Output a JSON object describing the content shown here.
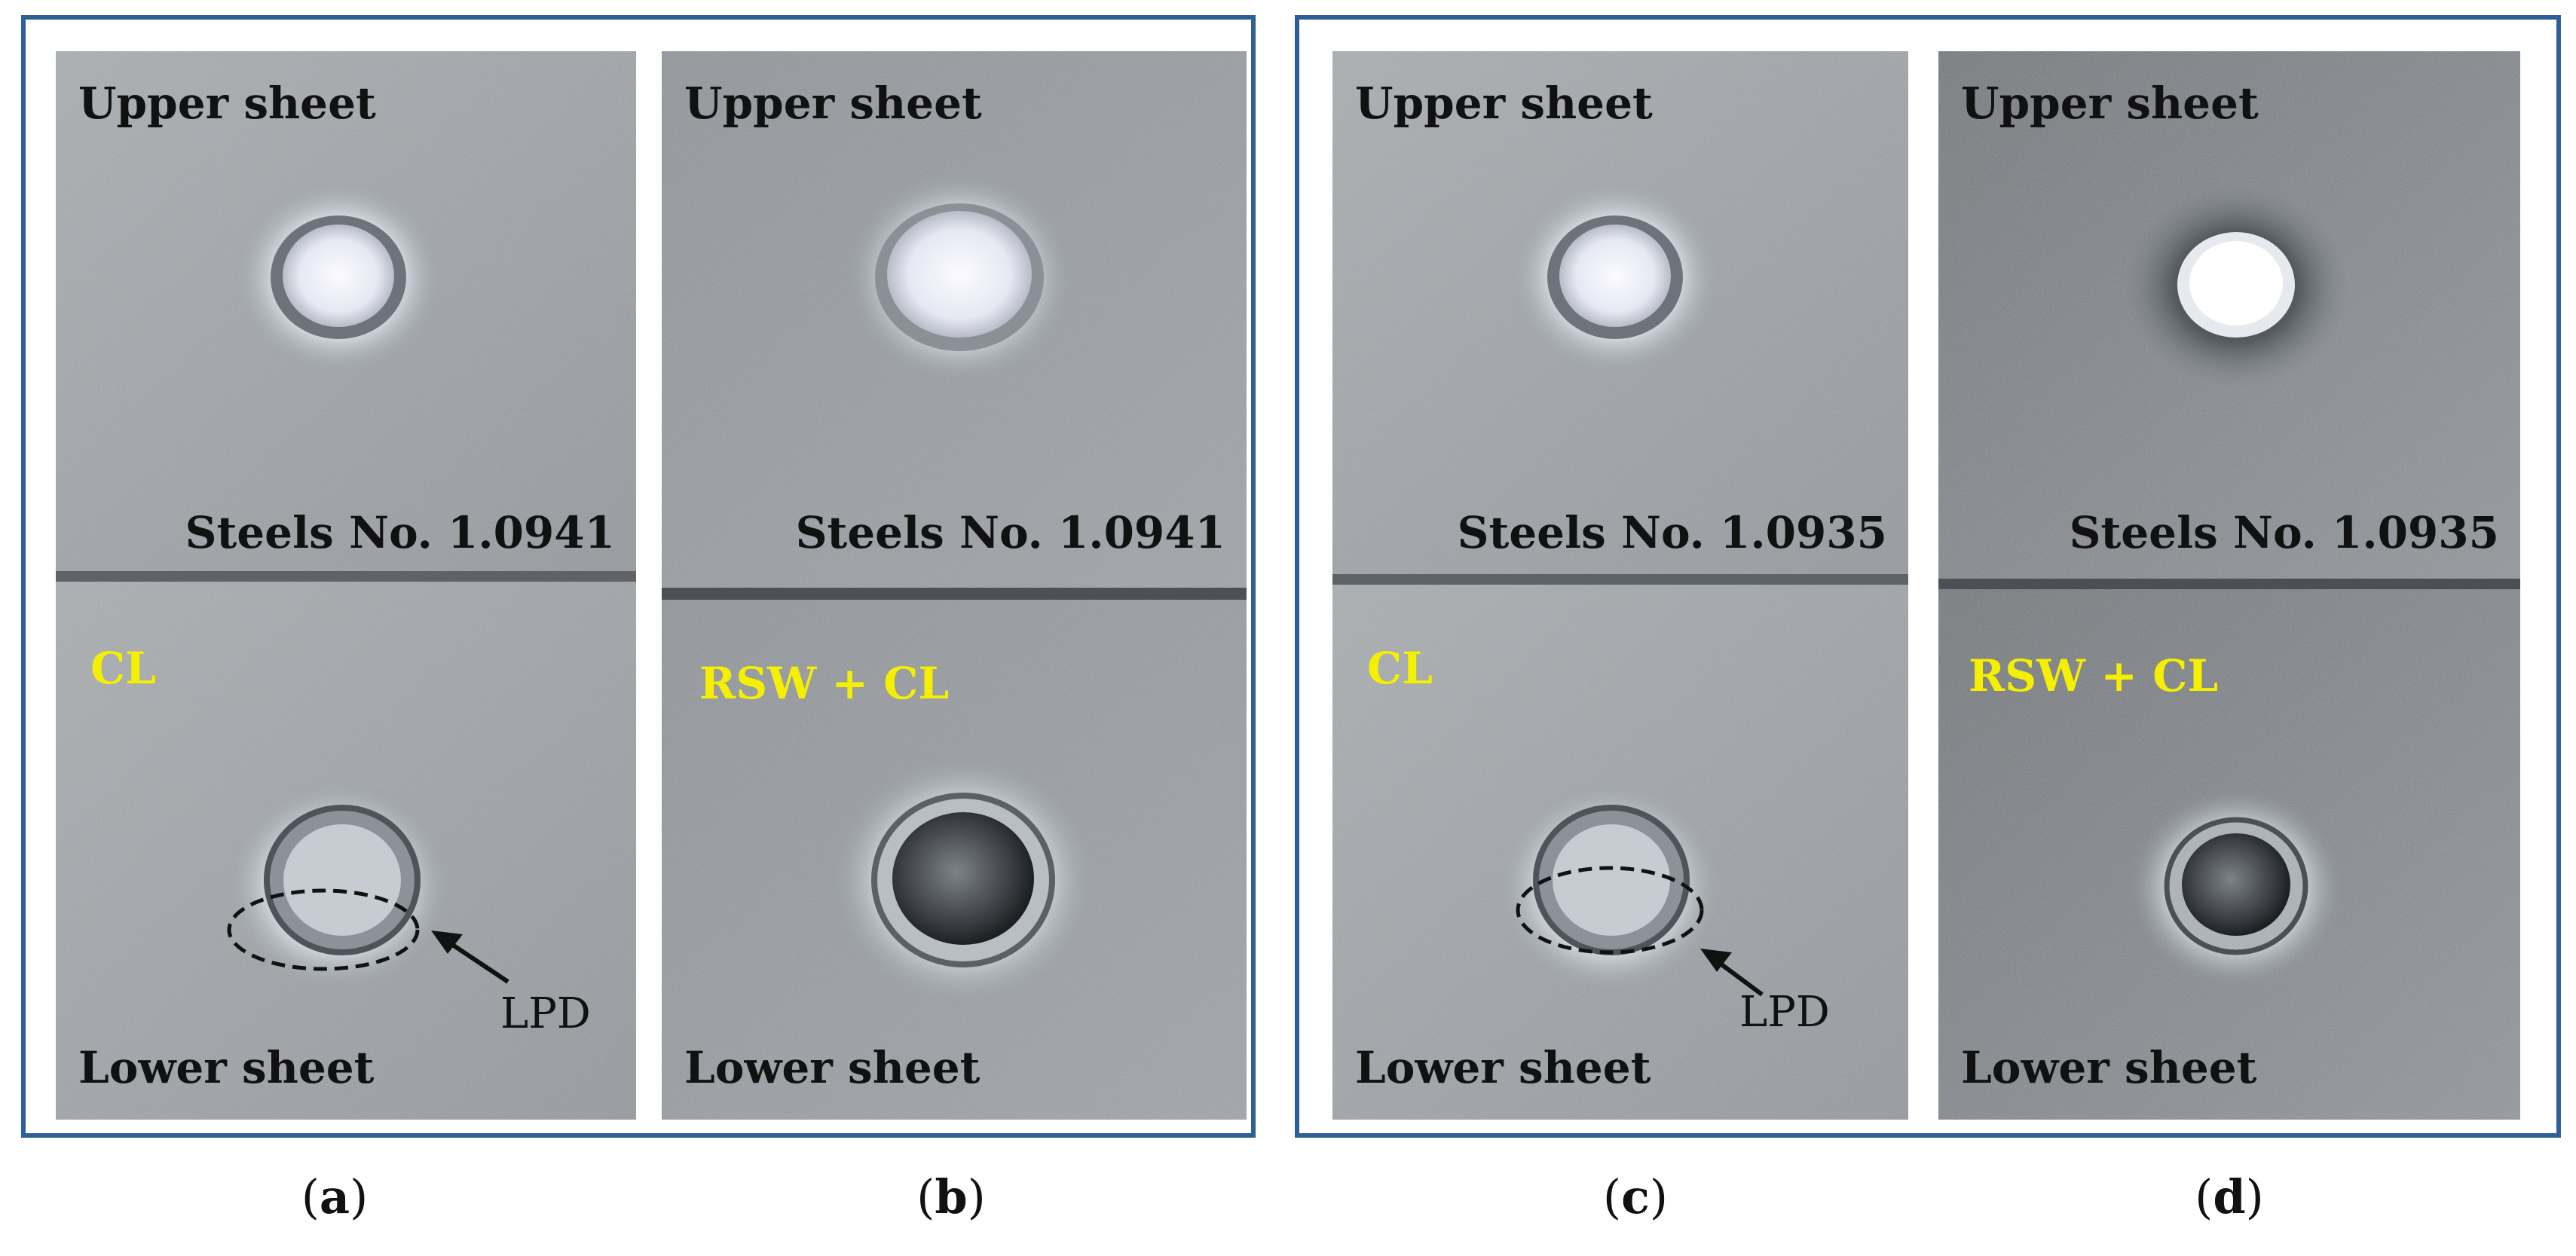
{
  "labels": {
    "upper_sheet": "Upper sheet",
    "lower_sheet": "Lower sheet",
    "lpd": "LPD"
  },
  "panels": [
    {
      "id": "a",
      "steel": "Steels No. 1.0941",
      "method": "CL"
    },
    {
      "id": "b",
      "steel": "Steels No. 1.0941",
      "method": "RSW + CL"
    },
    {
      "id": "c",
      "steel": "Steels No. 1.0935",
      "method": "CL"
    },
    {
      "id": "d",
      "steel": "Steels No. 1.0935",
      "method": "RSW + CL"
    }
  ],
  "captions": {
    "a": {
      "open": "(",
      "letter": "a",
      "close": ")"
    },
    "b": {
      "open": "(",
      "letter": "b",
      "close": ")"
    },
    "c": {
      "open": "(",
      "letter": "c",
      "close": ")"
    },
    "d": {
      "open": "(",
      "letter": "d",
      "close": ")"
    }
  },
  "colors": {
    "frame": "#2e5f96",
    "method_label": "#f5f000",
    "text": "#111111"
  }
}
